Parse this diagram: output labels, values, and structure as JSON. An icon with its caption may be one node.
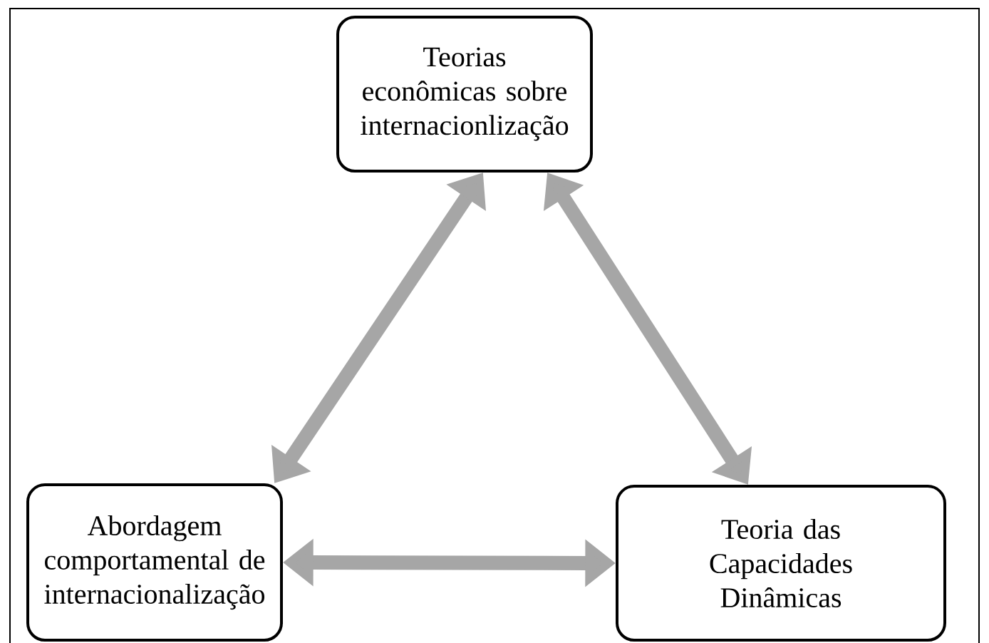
{
  "diagram": {
    "nodes": [
      {
        "text": [
          "Teorias econômicas sobre internacionlização"
        ]
      },
      {
        "text": [
          "Abordagem comportamental de internacionalização"
        ]
      },
      {
        "text": [
          "Teoria das Capacidades Dinâmicas"
        ]
      }
    ],
    "edges": [
      {
        "from": 0,
        "to": 1,
        "arrow": "both"
      },
      {
        "from": 0,
        "to": 2,
        "arrow": "both"
      },
      {
        "from": 1,
        "to": 2,
        "arrow": "both"
      }
    ]
  }
}
